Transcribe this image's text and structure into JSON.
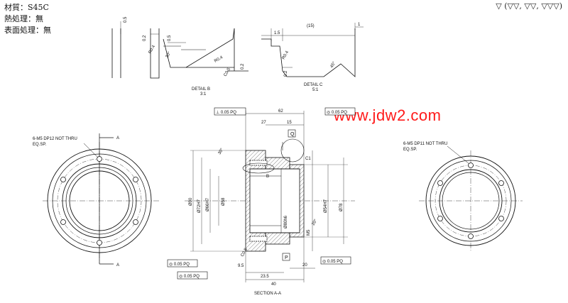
{
  "notes": {
    "material": "材質：S45C",
    "heat": "熱処理：無",
    "surface": "表面処理：無"
  },
  "roughness_note": "▽ (▽▽, ▽▽, ▽▽▽)",
  "watermark": "www.jdw2.com",
  "detail_b": {
    "title": "DETAIL B",
    "scale": "3:1",
    "dims": [
      "0.5",
      "0.2",
      "0.5",
      "R0.4",
      "30°",
      "R0.4",
      "C0.5",
      "0.2"
    ]
  },
  "detail_c": {
    "title": "DETAIL C",
    "scale": "5:1",
    "dims": [
      "1.5",
      "(15)",
      "1",
      "R0.4",
      "0.2",
      "45°"
    ]
  },
  "section": {
    "title": "SECTION A-A",
    "dims": {
      "d62": "62",
      "d27": "27",
      "d15": "15",
      "d90": "Ø90",
      "d72": "Ø72H7",
      "d66": "Ø66H7",
      "d58": "Ø58",
      "d80": "Ø80h6",
      "d78": "Ø78",
      "d54": "Ø54H7",
      "d235": "23.5",
      "d40": "40",
      "d20": "20",
      "d95": "9.5",
      "c05": "C0.5",
      "c1": "C1",
      "a30": "30°",
      "a20": "20°",
      "m5": "M5"
    },
    "datums": [
      "Q",
      "P",
      "B"
    ]
  },
  "frames": {
    "top_left": "⊥ 0.05 PQ",
    "top_right": "◎ 0.05 PQ",
    "left_a": "◎ 0.05 PQ",
    "left_b": "◎ 0.05 PQ",
    "right": "◎ 0.05 PQ"
  },
  "left_view": {
    "note1": "6-M5 DP12 NOT THRU",
    "note2": "EQ.SP.",
    "section_mark": "A"
  },
  "right_view": {
    "note1": "6-M5 DP11 NOT THRU",
    "note2": "EQ.SP."
  }
}
